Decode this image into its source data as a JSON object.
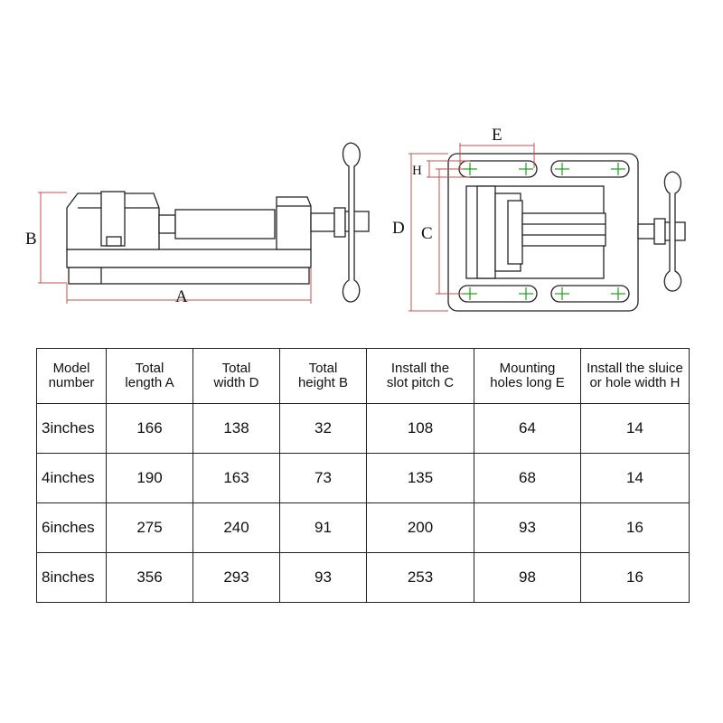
{
  "diagram": {
    "labels": {
      "A": "A",
      "B": "B",
      "C": "C",
      "D": "D",
      "E": "E",
      "H": "H"
    },
    "colors": {
      "outline": "#222222",
      "dimension_line": "#c0504d",
      "hole_center": "#1aa01a"
    }
  },
  "table": {
    "headers": [
      [
        "Model",
        "number"
      ],
      [
        "Total",
        "length A"
      ],
      [
        "Total",
        "width D"
      ],
      [
        "Total",
        "height B"
      ],
      [
        "Install the",
        "slot pitch C"
      ],
      [
        "Mounting",
        "holes long E"
      ],
      [
        "Install the sluice",
        "or hole width H"
      ]
    ],
    "rows": [
      [
        "3inches",
        "166",
        "138",
        "32",
        "108",
        "64",
        "14"
      ],
      [
        "4inches",
        "190",
        "163",
        "73",
        "135",
        "68",
        "14"
      ],
      [
        "6inches",
        "275",
        "240",
        "91",
        "200",
        "93",
        "16"
      ],
      [
        "8inches",
        "356",
        "293",
        "93",
        "253",
        "98",
        "16"
      ]
    ]
  }
}
